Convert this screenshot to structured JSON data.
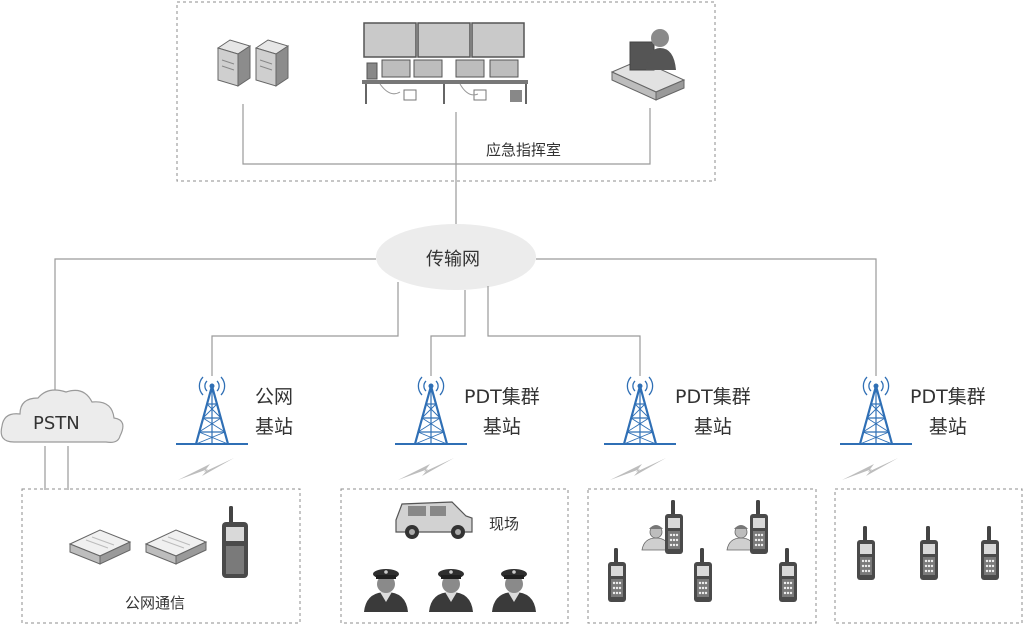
{
  "diagram": {
    "command_room": {
      "label": "应急指挥室"
    },
    "transport_network": {
      "label": "传输网"
    },
    "pstn": {
      "label": "PSTN"
    },
    "base_stations": [
      {
        "line1": "公网",
        "line2": "基站"
      },
      {
        "line1": "PDT集群",
        "line2": "基站"
      },
      {
        "line1": "PDT集群",
        "line2": "基站"
      },
      {
        "line1": "PDT集群",
        "line2": "基站"
      }
    ],
    "scene": {
      "label": "现场"
    },
    "public_comm": {
      "label": "公网通信"
    }
  },
  "colors": {
    "line": "#9a9a9a",
    "dash": "#8c8c8c",
    "tower": "#2f6fb5",
    "cloud_fill": "#ececec",
    "device_gray": "#8a8a8a",
    "device_dark": "#5a5a5a"
  }
}
